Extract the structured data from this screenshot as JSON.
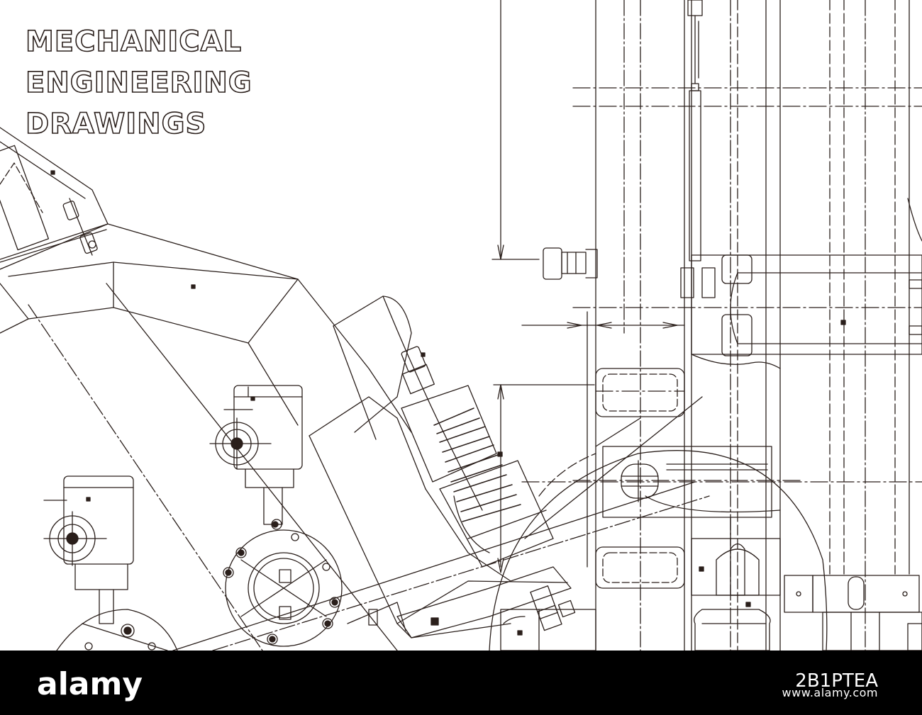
{
  "title": {
    "line1": "MECHANICAL",
    "line2": "ENGINEERING",
    "line3": "DRAWINGS"
  },
  "footer": {
    "brand": "alamy",
    "image_code": "2B1PTEA",
    "stock_url": "www.alamy.com"
  },
  "colors": {
    "line": "#2a1f1b",
    "background": "#ffffff",
    "footer": "#000000"
  }
}
